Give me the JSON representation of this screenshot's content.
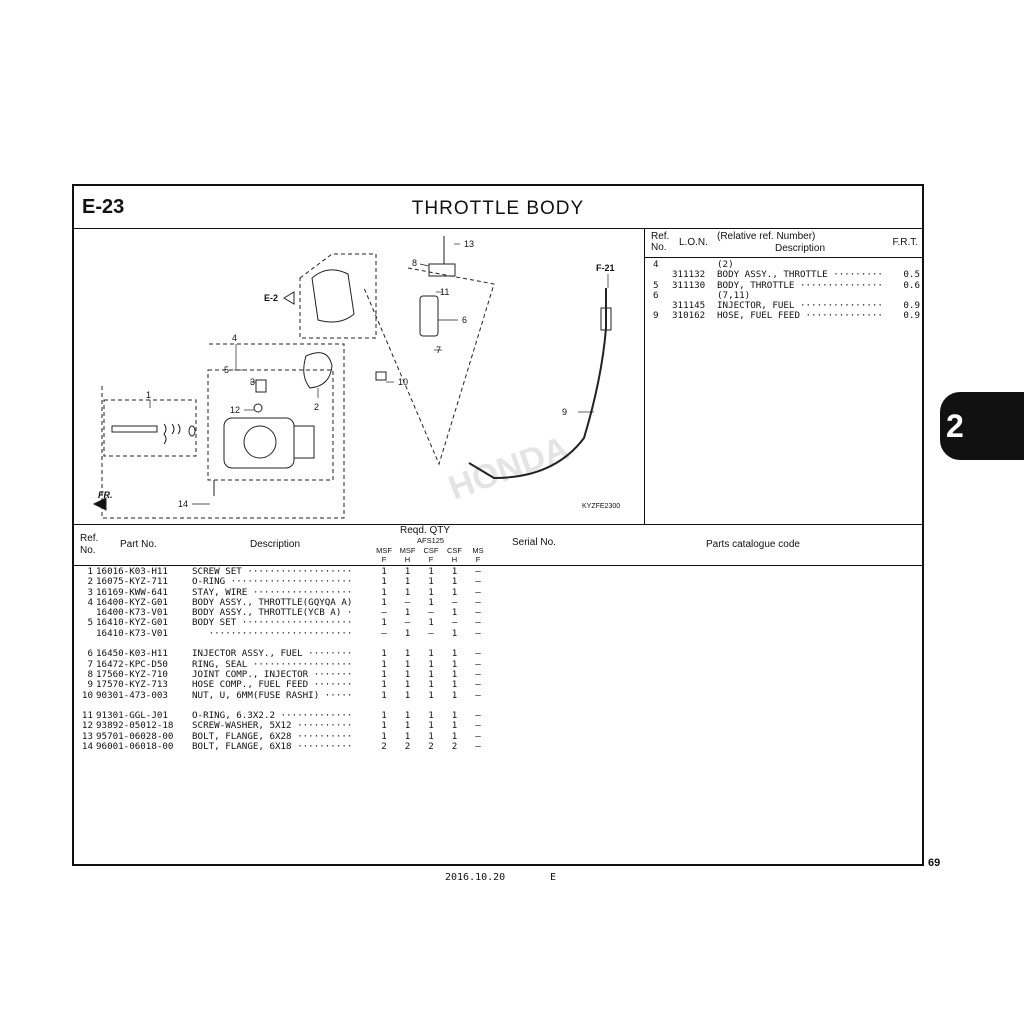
{
  "header": {
    "code": "E-23",
    "title": "THROTTLE BODY"
  },
  "diagram": {
    "callouts": [
      "1",
      "2",
      "3",
      "4",
      "5",
      "6",
      "7",
      "8",
      "9",
      "10",
      "11",
      "12",
      "13",
      "14"
    ],
    "refs": {
      "e2": "E-2",
      "f21": "F-21",
      "fr": "FR."
    },
    "figure_code": "KYZFE2300",
    "watermark": "HONDA"
  },
  "lon_panel": {
    "headers": {
      "ref_no": "Ref.\nNo.",
      "lon": "L.O.N.",
      "rel": "(Relative ref. Number)",
      "desc": "Description",
      "frt": "F.R.T."
    },
    "rows": [
      {
        "ref": "4",
        "lon": "",
        "desc": "(2)",
        "frt": ""
      },
      {
        "ref": "",
        "lon": "311132",
        "desc": "BODY ASSY., THROTTLE ·········",
        "frt": "0.5"
      },
      {
        "ref": "5",
        "lon": "311130",
        "desc": "BODY, THROTTLE ···············",
        "frt": "0.6"
      },
      {
        "ref": "6",
        "lon": "",
        "desc": "(7,11)",
        "frt": ""
      },
      {
        "ref": "",
        "lon": "311145",
        "desc": "INJECTOR, FUEL ···············",
        "frt": "0.9"
      },
      {
        "ref": "9",
        "lon": "310162",
        "desc": "HOSE, FUEL FEED ··············",
        "frt": "0.9"
      }
    ]
  },
  "table": {
    "headers": {
      "ref": "Ref.",
      "no": "No.",
      "part_no": "Part No.",
      "description": "Description",
      "reqd": "Reqd. QTY",
      "model": "AFS125",
      "cols": [
        "MSF\nF",
        "MSF\nH",
        "CSF\nF",
        "CSF\nH",
        "MS\nF"
      ],
      "serial": "Serial No.",
      "catalogue": "Parts catalogue code"
    },
    "rows": [
      {
        "ref": "1",
        "part": "16016-K03-H11",
        "desc": "SCREW SET ···················",
        "qty": [
          "1",
          "1",
          "1",
          "1",
          "–"
        ]
      },
      {
        "ref": "2",
        "part": "16075-KYZ-711",
        "desc": "O-RING ······················",
        "qty": [
          "1",
          "1",
          "1",
          "1",
          "–"
        ]
      },
      {
        "ref": "3",
        "part": "16169-KWW-641",
        "desc": "STAY, WIRE ··················",
        "qty": [
          "1",
          "1",
          "1",
          "1",
          "–"
        ]
      },
      {
        "ref": "4",
        "part": "16400-KYZ-G01",
        "desc": "BODY ASSY., THROTTLE(GQYQA A)",
        "qty": [
          "1",
          "–",
          "1",
          "–",
          "–"
        ]
      },
      {
        "ref": "",
        "part": "16400-K73-V01",
        "desc": "BODY ASSY., THROTTLE(YCB A) ·",
        "qty": [
          "–",
          "1",
          "–",
          "1",
          "–"
        ]
      },
      {
        "ref": "5",
        "part": "16410-KYZ-G01",
        "desc": "BODY SET ····················",
        "qty": [
          "1",
          "–",
          "1",
          "–",
          "–"
        ]
      },
      {
        "ref": "",
        "part": "16410-K73-V01",
        "desc": "   ··························",
        "qty": [
          "–",
          "1",
          "–",
          "1",
          "–"
        ]
      },
      {
        "ref": "",
        "part": "",
        "desc": "",
        "qty": [
          "",
          "",
          "",
          "",
          ""
        ]
      },
      {
        "ref": "6",
        "part": "16450-K03-H11",
        "desc": "INJECTOR ASSY., FUEL ········",
        "qty": [
          "1",
          "1",
          "1",
          "1",
          "–"
        ]
      },
      {
        "ref": "7",
        "part": "16472-KPC-D50",
        "desc": "RING, SEAL ··················",
        "qty": [
          "1",
          "1",
          "1",
          "1",
          "–"
        ]
      },
      {
        "ref": "8",
        "part": "17560-KYZ-710",
        "desc": "JOINT COMP., INJECTOR ·······",
        "qty": [
          "1",
          "1",
          "1",
          "1",
          "–"
        ]
      },
      {
        "ref": "9",
        "part": "17570-KYZ-713",
        "desc": "HOSE COMP., FUEL FEED ·······",
        "qty": [
          "1",
          "1",
          "1",
          "1",
          "–"
        ]
      },
      {
        "ref": "10",
        "part": "90301-473-003",
        "desc": "NUT, U, 6MM(FUSE RASHI) ·····",
        "qty": [
          "1",
          "1",
          "1",
          "1",
          "–"
        ]
      },
      {
        "ref": "",
        "part": "",
        "desc": "",
        "qty": [
          "",
          "",
          "",
          "",
          ""
        ]
      },
      {
        "ref": "11",
        "part": "91301-GGL-J01",
        "desc": "O-RING, 6.3X2.2 ·············",
        "qty": [
          "1",
          "1",
          "1",
          "1",
          "–"
        ]
      },
      {
        "ref": "12",
        "part": "93892-05012-18",
        "desc": "SCREW-WASHER, 5X12 ··········",
        "qty": [
          "1",
          "1",
          "1",
          "1",
          "–"
        ]
      },
      {
        "ref": "13",
        "part": "95701-06028-00",
        "desc": "BOLT, FLANGE, 6X28 ··········",
        "qty": [
          "1",
          "1",
          "1",
          "1",
          "–"
        ]
      },
      {
        "ref": "14",
        "part": "96001-06018-00",
        "desc": "BOLT, FLANGE, 6X18 ··········",
        "qty": [
          "2",
          "2",
          "2",
          "2",
          "–"
        ]
      }
    ]
  },
  "section_tab": "2",
  "page_number": "69",
  "footer": {
    "date": "2016.10.20",
    "edition": "E"
  }
}
